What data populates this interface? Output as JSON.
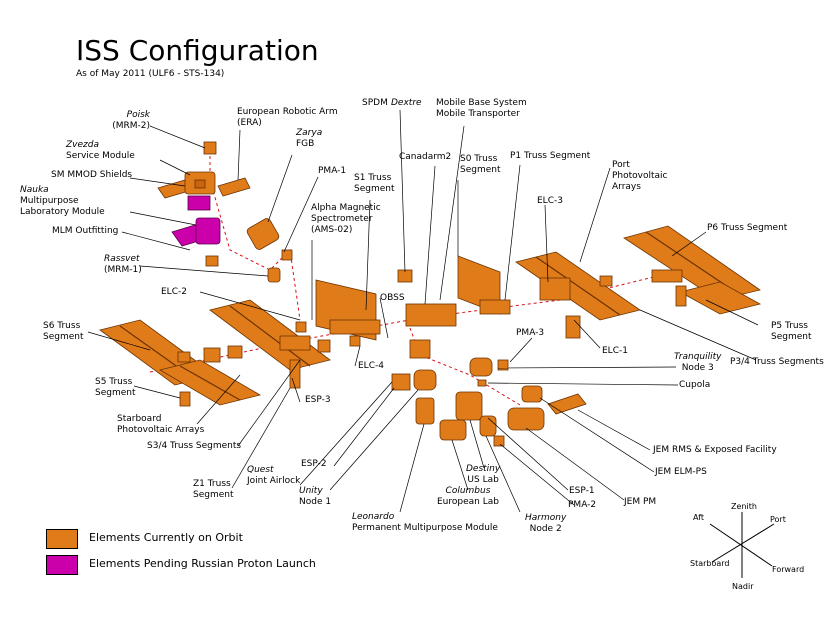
{
  "title": "ISS Configuration",
  "subtitle": "As of May 2011 (ULF6 - STS-134)",
  "colors": {
    "on_orbit": "#e07b1a",
    "pending": "#cc00aa",
    "outline": "#6b3300"
  },
  "labels": {
    "poisk": {
      "name": "Poisk",
      "sub": "(MRM-2)"
    },
    "era": {
      "line1": "European Robotic Arm",
      "line2": "(ERA)"
    },
    "zvezda": {
      "name": "Zvezda",
      "sub": "Service Module"
    },
    "zarya": {
      "name": "Zarya",
      "sub": "FGB"
    },
    "sm_mmod": "SM MMOD Shields",
    "nauka": {
      "name": "Nauka",
      "line2": "Multipurpose",
      "line3": "Laboratory Module"
    },
    "mlm_outfitting": "MLM Outfitting",
    "rassvet": {
      "name": "Rassvet",
      "sub": "(MRM-1)"
    },
    "pma1": "PMA-1",
    "s1_truss": {
      "line1": "S1 Truss",
      "line2": "Segment"
    },
    "ams": {
      "line1": "Alpha Magnetic",
      "line2": "Spectrometer",
      "line3": "(AMS-02)"
    },
    "spdm": {
      "name": "SPDM",
      "italic": "Dextre"
    },
    "canadarm2": "Canadarm2",
    "mbs": {
      "line1": "Mobile Base System",
      "line2": "Mobile Transporter"
    },
    "s0_truss": {
      "line1": "S0 Truss",
      "line2": "Segment"
    },
    "p1_truss": "P1 Truss Segment",
    "port_pv": {
      "line1": "Port",
      "line2": "Photovoltaic",
      "line3": "Arrays"
    },
    "elc3": "ELC-3",
    "p6_truss": "P6 Truss Segment",
    "elc2": "ELC-2",
    "s6_truss": {
      "line1": "S6 Truss",
      "line2": "Segment"
    },
    "obss": "OBSS",
    "pma3": "PMA-3",
    "elc1": "ELC-1",
    "p5_truss": {
      "line1": "P5 Truss",
      "line2": "Segment"
    },
    "p34_truss": "P3/4 Truss Segments",
    "elc4": "ELC-4",
    "tranquility": {
      "name": "Tranquility",
      "sub": "Node 3"
    },
    "cupola": "Cupola",
    "s5_truss": {
      "line1": "S5 Truss",
      "line2": "Segment"
    },
    "esp3": "ESP-3",
    "starboard_pv": {
      "line1": "Starboard",
      "line2": "Photovoltaic Arrays"
    },
    "s34_truss": "S3/4 Truss Segments",
    "jem_rms": "JEM RMS & Exposed Facility",
    "jem_elm": "JEM ELM-PS",
    "esp2": "ESP-2",
    "quest": {
      "name": "Quest",
      "sub": "Joint Airlock"
    },
    "z1_truss": {
      "line1": "Z1 Truss",
      "line2": "Segment"
    },
    "unity": {
      "name": "Unity",
      "sub": "Node 1"
    },
    "destiny": {
      "name": "Destiny",
      "sub": "US Lab"
    },
    "columbus": {
      "name": "Columbus",
      "sub": "European Lab"
    },
    "esp1": "ESP-1",
    "pma2": "PMA-2",
    "jem_pm": "JEM PM",
    "harmony": {
      "name": "Harmony",
      "sub": "Node 2"
    },
    "leonardo": {
      "name": "Leonardo",
      "sub": "Permanent Multipurpose Module"
    }
  },
  "legend": {
    "on_orbit": "Elements Currently on Orbit",
    "pending": "Elements Pending Russian Proton Launch"
  },
  "compass": {
    "zenith": "Zenith",
    "aft": "Aft",
    "port": "Port",
    "starboard": "Starboard",
    "forward": "Forward",
    "nadir": "Nadir"
  }
}
